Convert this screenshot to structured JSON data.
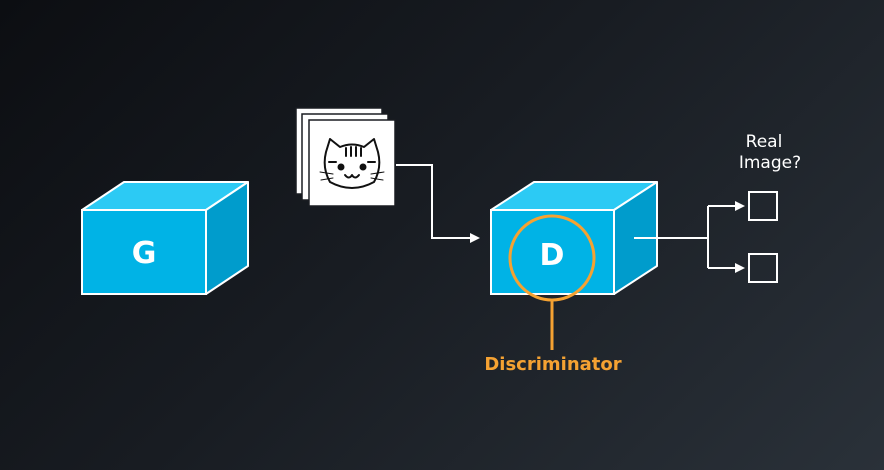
{
  "generator": {
    "label": "G"
  },
  "discriminator": {
    "label": "D",
    "caption": "Discriminator"
  },
  "output": {
    "question_line1": "Real",
    "question_line2": "Image?",
    "choices": [
      "",
      ""
    ]
  },
  "input_images": {
    "icon": "cat-face-icon",
    "stack_count": 3
  },
  "colors": {
    "box_front": "#00b3e6",
    "box_top": "#2ccaf4",
    "box_side": "#009ccc",
    "box_edge": "#ffffff",
    "accent": "#f5a232",
    "line": "#ffffff"
  }
}
